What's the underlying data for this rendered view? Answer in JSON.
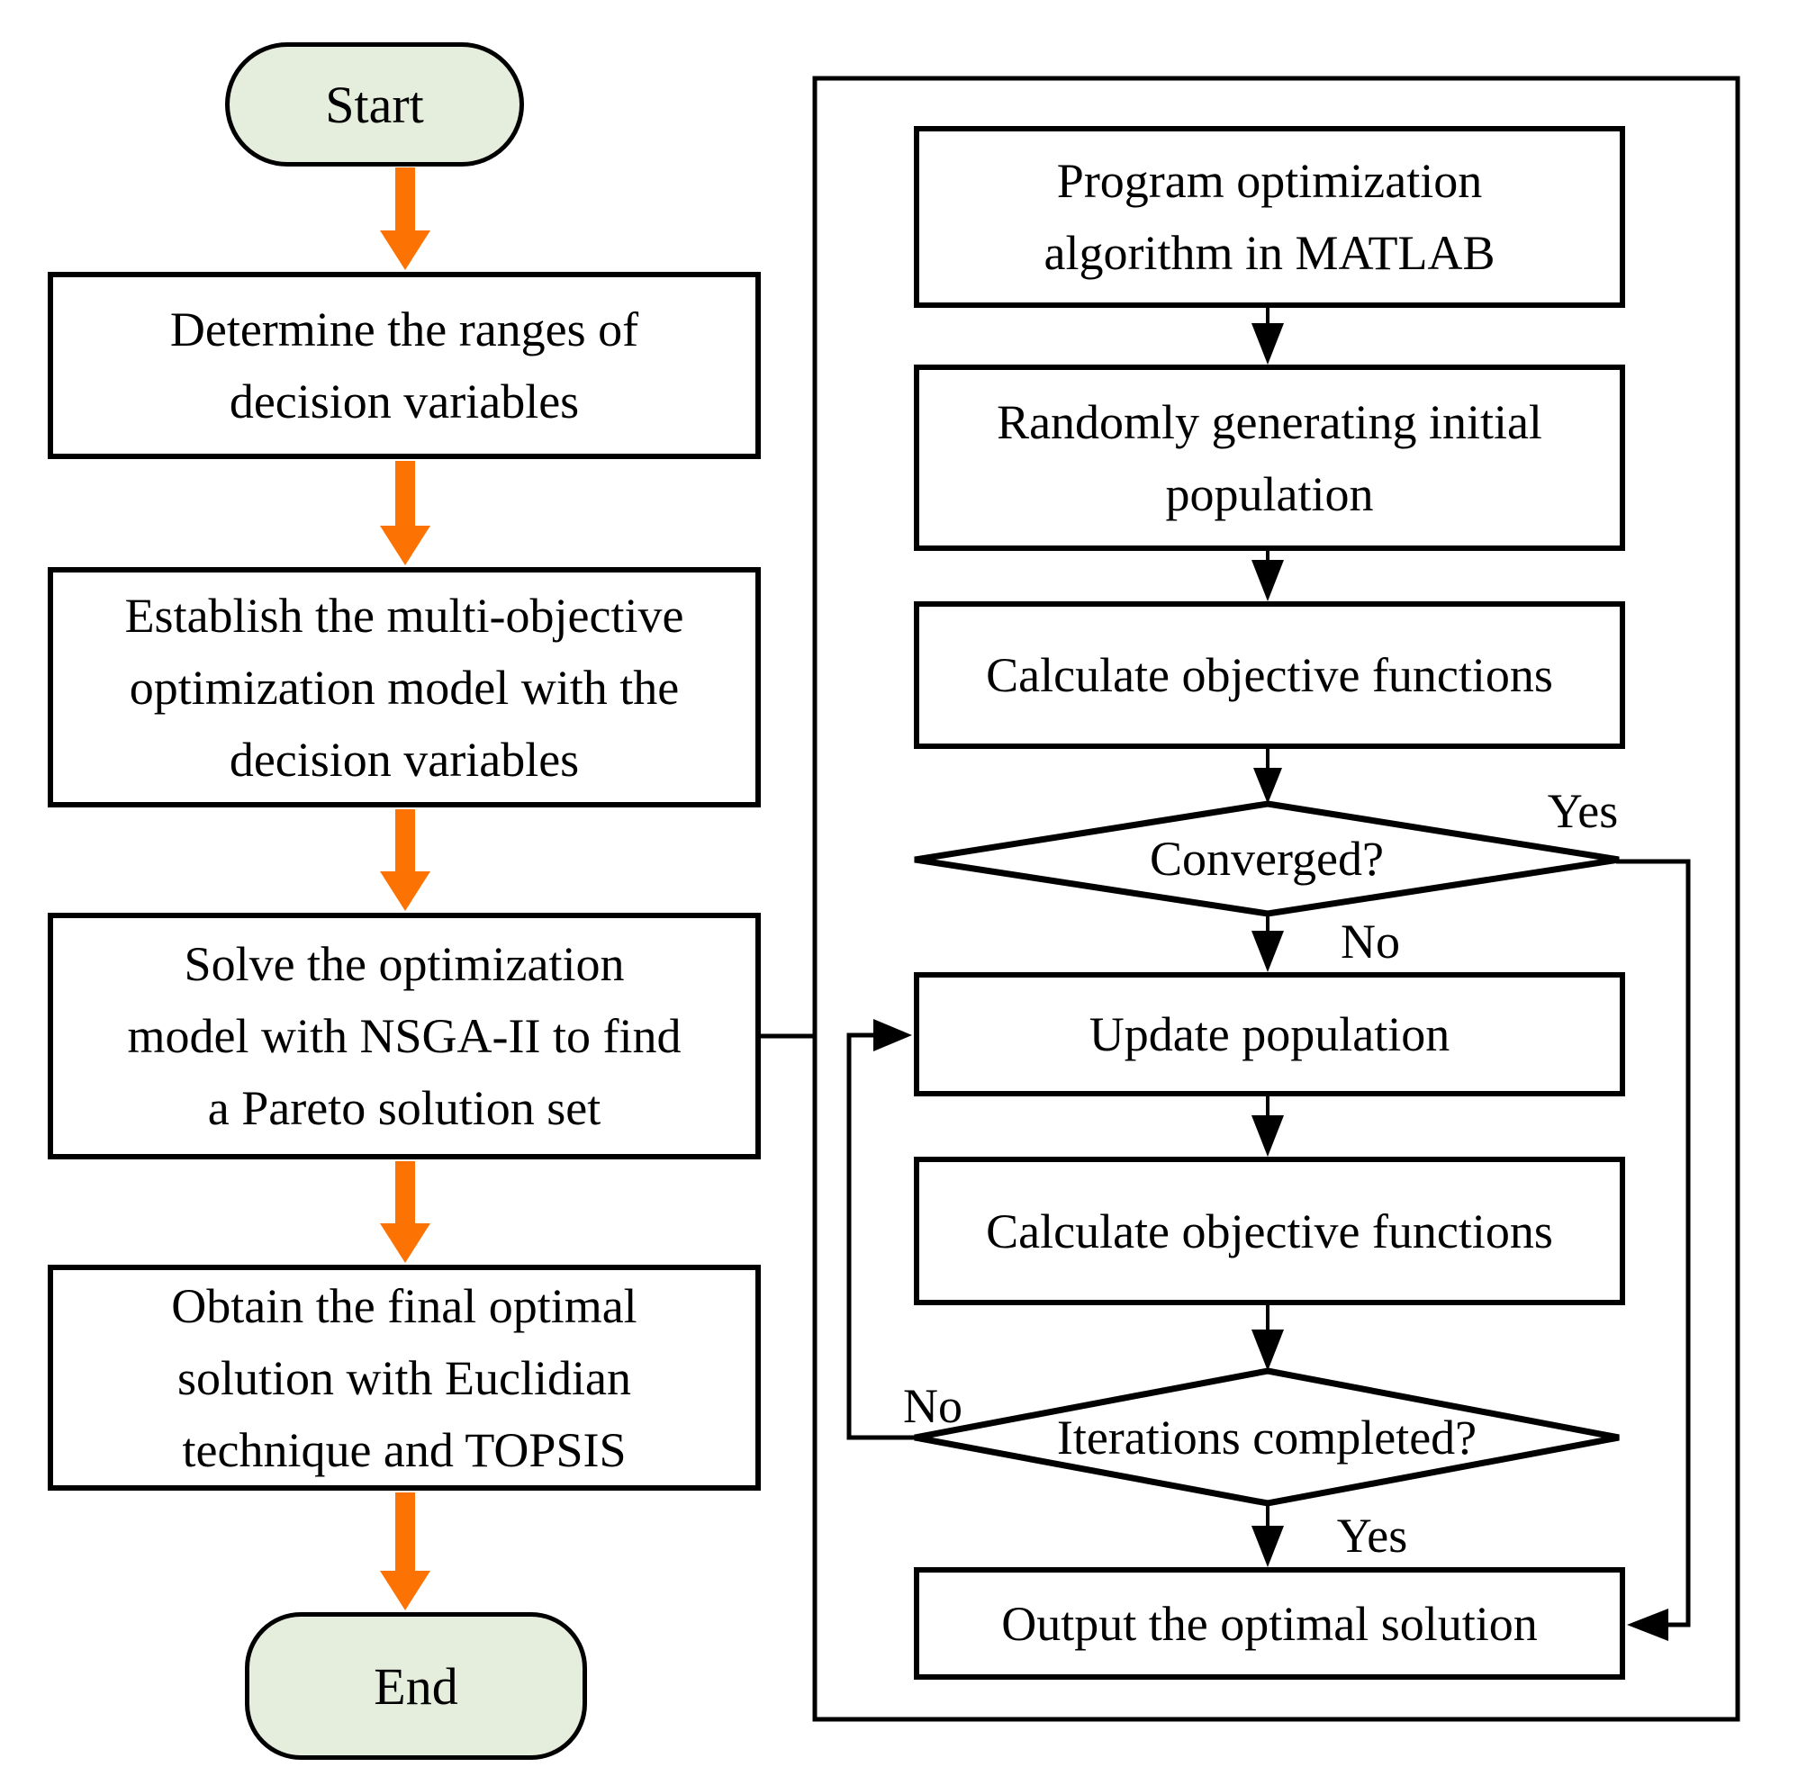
{
  "colors": {
    "terminator_fill_green": "#e5eedc",
    "process_fill": "#ffffff",
    "flow_arrow_orange": "#fd7303",
    "line_black": "#000000"
  },
  "left_flow": {
    "start": "Start",
    "end": "End",
    "steps": [
      {
        "lines": [
          "Determine the ranges of",
          "decision variables"
        ]
      },
      {
        "lines": [
          "Establish the multi-objective",
          "optimization model with the",
          "decision variables"
        ]
      },
      {
        "lines": [
          "Solve the optimization",
          "model with NSGA-II to find",
          "a Pareto solution set"
        ]
      },
      {
        "lines": [
          "Obtain the final optimal",
          "solution with Euclidian",
          "technique and TOPSIS"
        ]
      }
    ]
  },
  "right_flow": {
    "boxes": [
      {
        "lines": [
          "Program optimization",
          "algorithm in MATLAB"
        ]
      },
      {
        "lines": [
          "Randomly generating initial",
          "population"
        ]
      },
      {
        "lines": [
          "Calculate objective functions"
        ]
      },
      {
        "lines": [
          "Update population"
        ]
      },
      {
        "lines": [
          "Calculate objective functions"
        ]
      },
      {
        "lines": [
          "Output the optimal solution"
        ]
      }
    ],
    "decisions": [
      {
        "label": "Converged?"
      },
      {
        "label": "Iterations completed?"
      }
    ],
    "branch_labels": {
      "converged_yes": "Yes",
      "converged_no": "No",
      "iterations_no": "No",
      "iterations_yes": "Yes"
    }
  }
}
